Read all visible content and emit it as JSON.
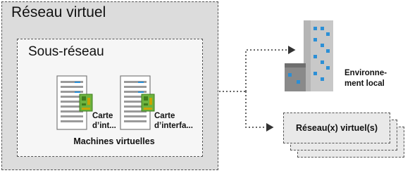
{
  "virtual_network": {
    "title": "Réseau virtuel"
  },
  "subnet": {
    "title": "Sous-réseau"
  },
  "vms": {
    "caption": "Machines virtuelles",
    "items": [
      {
        "nic_label_line1": "Carte",
        "nic_label_line2": "d’int..."
      },
      {
        "nic_label_line1": "Carte",
        "nic_label_line2": "d’interfa..."
      }
    ]
  },
  "on_premises": {
    "label_line1": "Environne-",
    "label_line2": "ment local",
    "icon": "building-icon"
  },
  "peer_networks": {
    "label": "Réseau(x) virtuel(s)"
  },
  "colors": {
    "accent_blue": "#2b8fd6",
    "nic_green": "#6db33f",
    "panel_gray": "#dcdcdc"
  }
}
